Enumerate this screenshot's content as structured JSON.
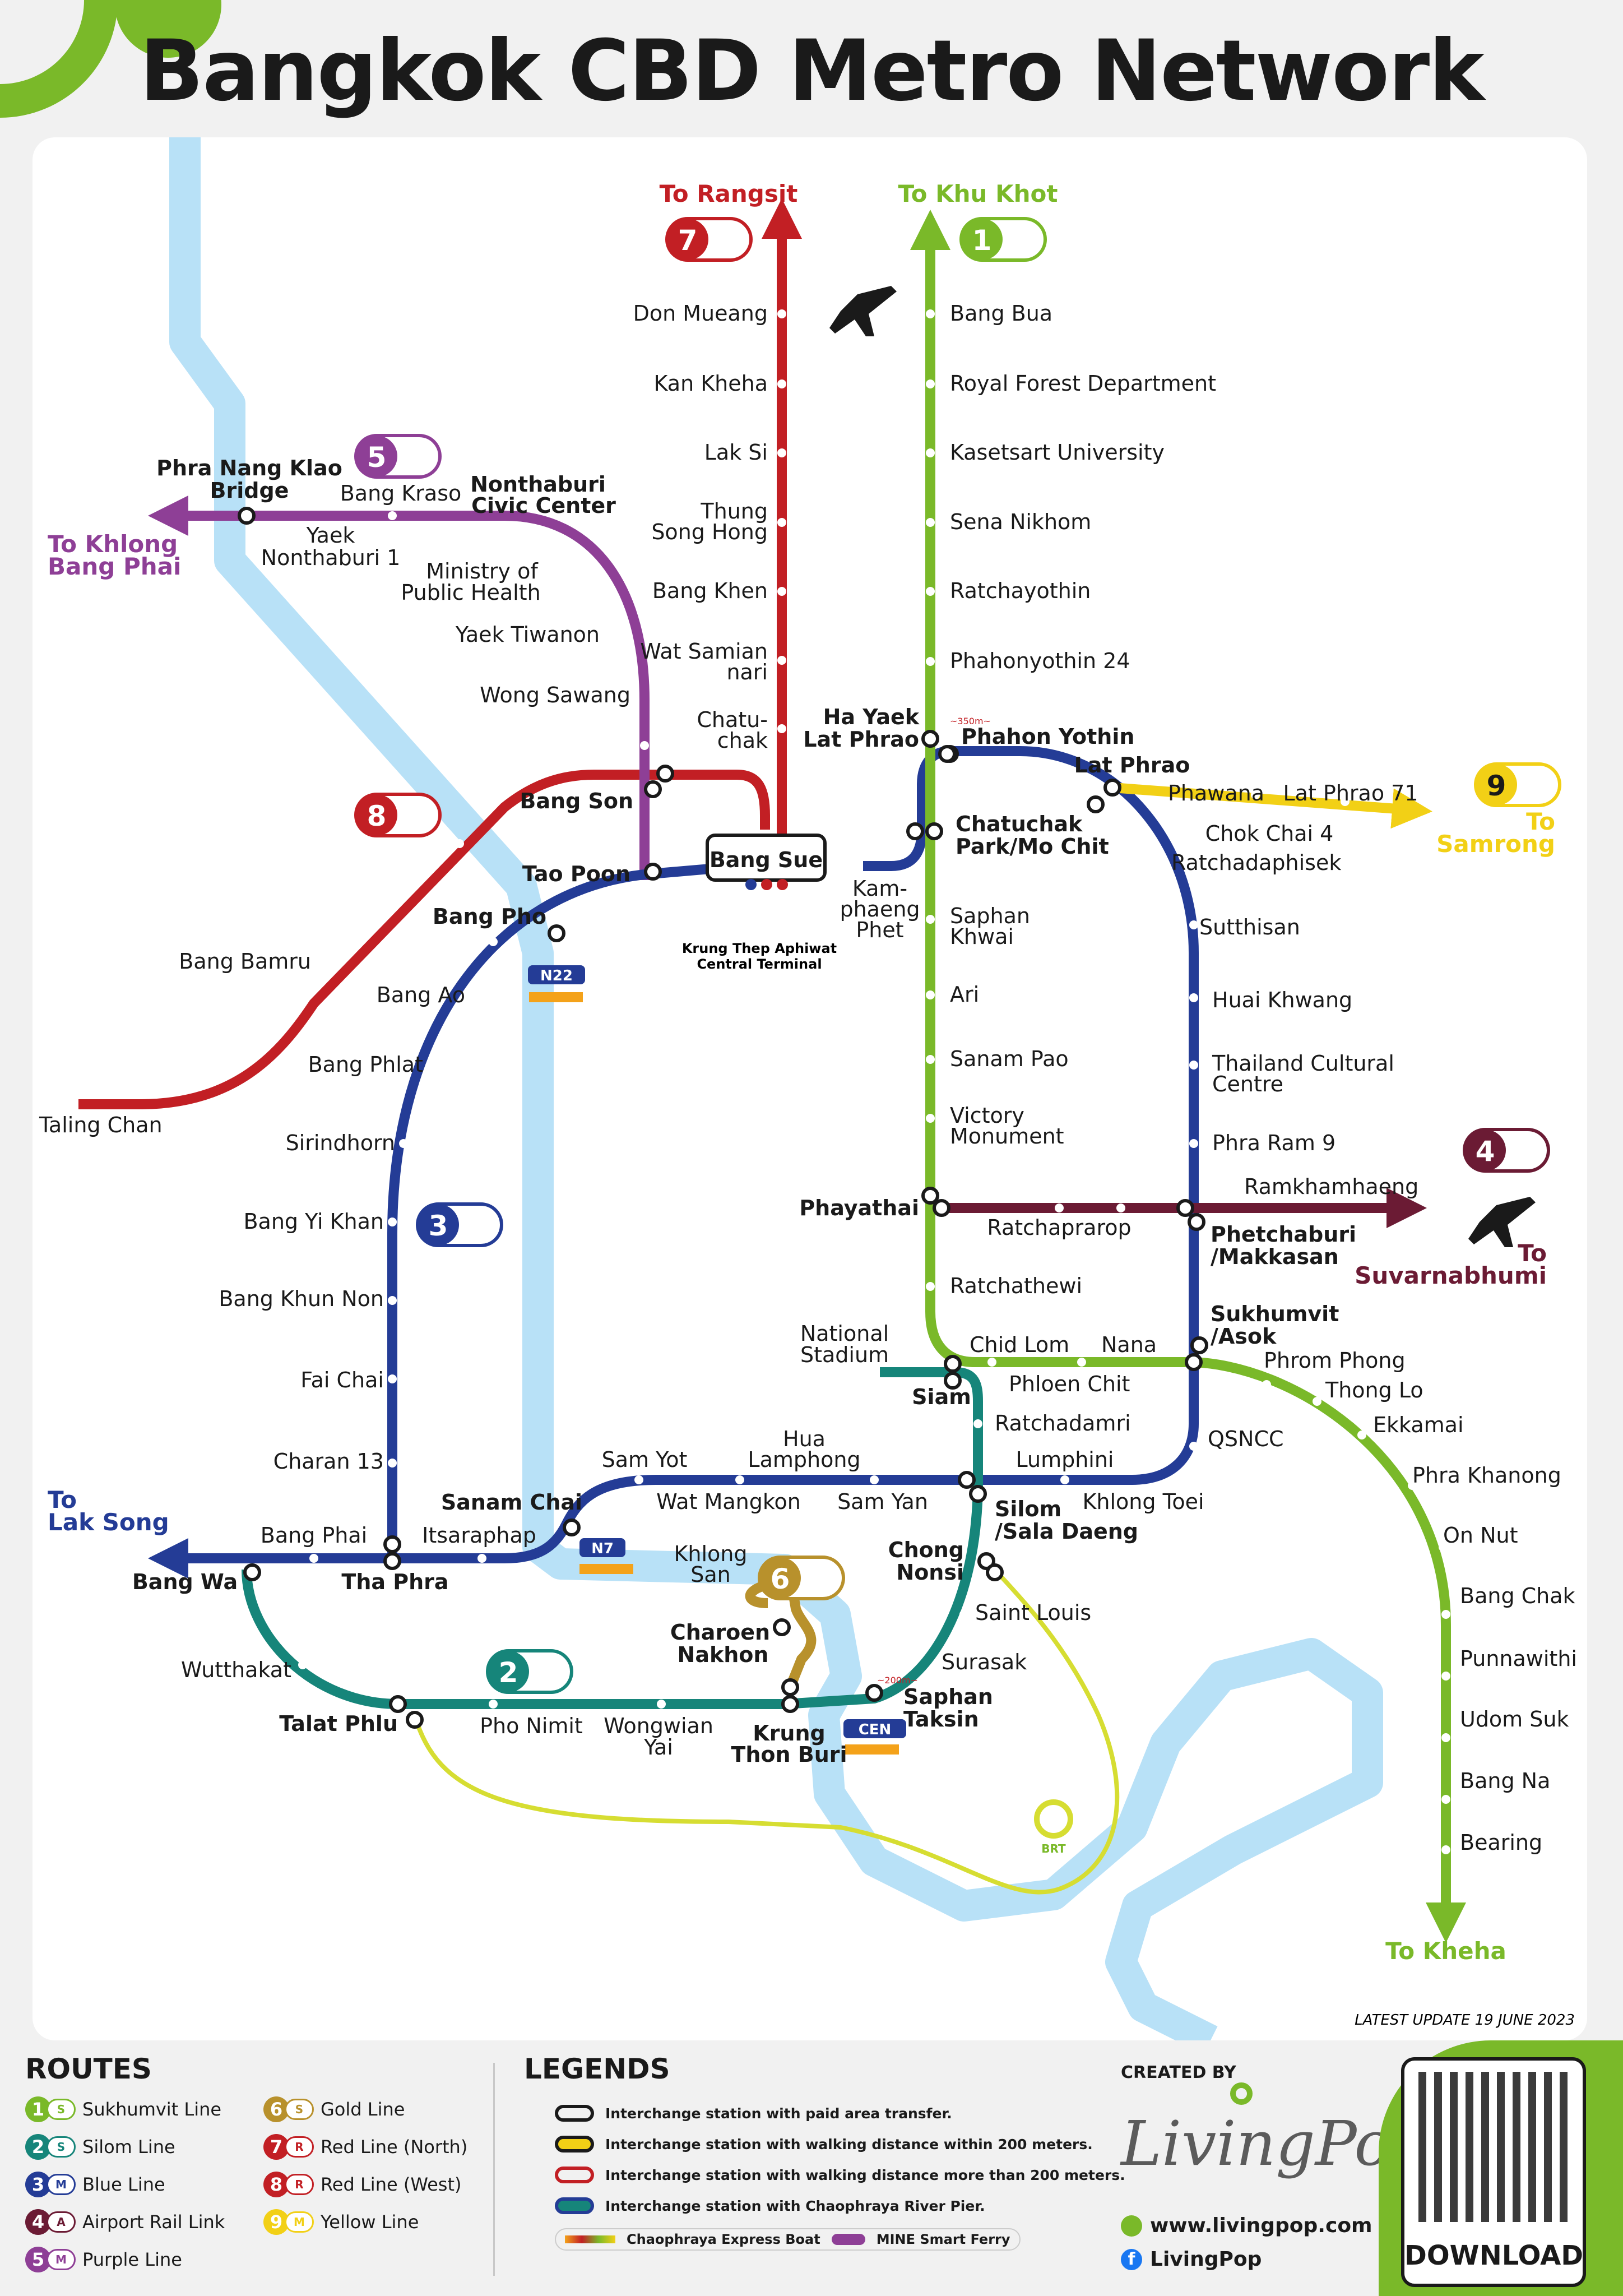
{
  "title": "Bangkok CBD Metro Network",
  "update": "LATEST UPDATE 19 JUNE 2023",
  "colors": {
    "sukhumvit": "#7ab929",
    "silom": "#16857a",
    "blue": "#243c96",
    "airport": "#6b1b34",
    "purple": "#8e3f96",
    "gold": "#b8912c",
    "red_north": "#c21f24",
    "red_west": "#c21f24",
    "yellow": "#f2d016",
    "river": "#b8e1f7",
    "brt": "#d6dd32"
  },
  "destinations": {
    "rangsit": "To Rangsit",
    "khu_khot": "To Khu Khot",
    "khlong_bang_phai_1": "To Khlong",
    "khlong_bang_phai_2": "Bang Phai",
    "samrong_1": "To",
    "samrong_2": "Samrong",
    "suvarnabhumi_1": "To",
    "suvarnabhumi_2": "Suvarnabhumi",
    "lak_song_1": "To",
    "lak_song_2": "Lak Song",
    "kheha": "To Kheha"
  },
  "line_badges": {
    "b7": "7",
    "b1": "1",
    "b5": "5",
    "b8": "8",
    "b9": "9",
    "b4": "4",
    "b3": "3",
    "b2": "2",
    "b6": "6"
  },
  "stations": {
    "don_mueang": "Don Mueang",
    "kan_kheha": "Kan Kheha",
    "lak_si": "Lak Si",
    "thung_song_hong_1": "Thung",
    "thung_song_hong_2": "Song Hong",
    "bang_khen": "Bang Khen",
    "wat_samian_nari_1": "Wat Samian",
    "wat_samian_nari_2": "nari",
    "chatuchak_1": "Chatu-",
    "chatuchak_2": "chak",
    "bang_bua": "Bang Bua",
    "royal_forest": "Royal Forest Department",
    "kasetsart": "Kasetsart University",
    "sena_nikhom": "Sena Nikhom",
    "ratchayothin": "Ratchayothin",
    "phahonyothin24": "Phahonyothin 24",
    "ha_yaek_1": "Ha Yaek",
    "ha_yaek_2": "Lat Phrao",
    "phahon_yothin": "Phahon Yothin",
    "chatuchak_park_1": "Chatuchak",
    "chatuchak_park_2": "Park/Mo Chit",
    "kamphaeng_phet_1": "Kam-",
    "kamphaeng_phet_2": "phaeng",
    "kamphaeng_phet_3": "Phet",
    "saphan_khwai_1": "Saphan",
    "saphan_khwai_2": "Khwai",
    "ari": "Ari",
    "sanam_pao": "Sanam Pao",
    "victory_1": "Victory",
    "victory_2": "Monument",
    "phayathai": "Phayathai",
    "ratchathewi": "Ratchathewi",
    "siam": "Siam",
    "chid_lom": "Chid Lom",
    "phloen_chit": "Phloen Chit",
    "nana": "Nana",
    "sukhumvit_asok_1": "Sukhumvit",
    "sukhumvit_asok_2": "/Asok",
    "phrom_phong": "Phrom Phong",
    "thong_lo": "Thong Lo",
    "ekkamai": "Ekkamai",
    "phra_khanong": "Phra Khanong",
    "on_nut": "On Nut",
    "bang_chak": "Bang Chak",
    "punnawithi": "Punnawithi",
    "udom_suk": "Udom Suk",
    "bang_na": "Bang Na",
    "bearing": "Bearing",
    "phra_nang_klao_1": "Phra Nang Klao",
    "phra_nang_klao_2": "Bridge",
    "bang_kraso": "Bang Kraso",
    "nonthaburi_cc_1": "Nonthaburi",
    "nonthaburi_cc_2": "Civic Center",
    "yaek_nonthaburi_1": "Yaek",
    "yaek_nonthaburi_2": "Nonthaburi 1",
    "ministry_1": "Ministry of",
    "ministry_2": "Public Health",
    "yaek_tiwanon": "Yaek Tiwanon",
    "wong_sawang": "Wong Sawang",
    "bang_son": "Bang Son",
    "tao_poon": "Tao Poon",
    "bang_sue": "Bang Sue",
    "central_terminal_1": "Krung Thep Aphiwat",
    "central_terminal_2": "Central Terminal",
    "bang_bamru": "Bang Bamru",
    "taling_chan": "Taling Chan",
    "bang_pho": "Bang Pho",
    "bang_ao": "Bang Ao",
    "bang_phlat": "Bang Phlat",
    "sirindhorn": "Sirindhorn",
    "bang_yi_khan": "Bang Yi Khan",
    "bang_khun_non": "Bang Khun Non",
    "fai_chai": "Fai Chai",
    "charan13": "Charan 13",
    "tha_phra": "Tha Phra",
    "bang_phai": "Bang Phai",
    "bang_wa": "Bang Wa",
    "itsaraphap": "Itsaraphap",
    "sanam_chai": "Sanam Chai",
    "sam_yot": "Sam Yot",
    "wat_mangkon": "Wat Mangkon",
    "hua_lamphong_1": "Hua",
    "hua_lamphong_2": "Lamphong",
    "sam_yan": "Sam Yan",
    "silom_1": "Silom",
    "silom_2": "/Sala Daeng",
    "lumphini": "Lumphini",
    "khlong_toei": "Khlong Toei",
    "qsncc": "QSNCC",
    "national_stadium_1": "National",
    "national_stadium_2": "Stadium",
    "ratchadamri": "Ratchadamri",
    "lat_phrao": "Lat Phrao",
    "phawana": "Phawana",
    "chok_chai_4": "Chok Chai 4",
    "lat_phrao_71": "Lat Phrao 71",
    "ratchadaphisek": "Ratchadaphisek",
    "sutthisan": "Sutthisan",
    "huai_khwang": "Huai Khwang",
    "tcc_1": "Thailand Cultural",
    "tcc_2": "Centre",
    "phra_ram_9": "Phra Ram 9",
    "ramkhamhaeng": "Ramkhamhaeng",
    "ratchaprarop": "Ratchaprarop",
    "phetchaburi_1": "Phetchaburi",
    "phetchaburi_2": "/Makkasan",
    "wutthakat": "Wutthakat",
    "talat_phlu": "Talat Phlu",
    "pho_nimit": "Pho Nimit",
    "wongwian_yai_1": "Wongwian",
    "wongwian_yai_2": "Yai",
    "krung_thon_buri_1": "Krung",
    "krung_thon_buri_2": "Thon Buri",
    "saphan_taksin_1": "Saphan",
    "saphan_taksin_2": "Taksin",
    "surasak": "Surasak",
    "saint_louis": "Saint Louis",
    "chong_nonsi_1": "Chong",
    "chong_nonsi_2": "Nonsi",
    "khlong_san_1": "Khlong",
    "khlong_san_2": "San",
    "charoen_nakhon_1": "Charoen",
    "charoen_nakhon_2": "Nakhon"
  },
  "pier_codes": {
    "n22": "N22",
    "n7": "N7",
    "cen": "CEN"
  },
  "walk_notes": {
    "ha_yaek": "~350m~",
    "saphan_taksin": "~200m~"
  },
  "brt_label": "BRT",
  "routes_section": {
    "heading": "ROUTES",
    "items": [
      {
        "num": "1",
        "label": "Sukhumvit Line",
        "color": "#7ab929",
        "tail": "S"
      },
      {
        "num": "2",
        "label": "Silom Line",
        "color": "#16857a",
        "tail": "S"
      },
      {
        "num": "3",
        "label": "Blue Line",
        "color": "#243c96",
        "tail": "M"
      },
      {
        "num": "4",
        "label": "Airport Rail Link",
        "color": "#6b1b34",
        "tail": "A"
      },
      {
        "num": "5",
        "label": "Purple Line",
        "color": "#8e3f96",
        "tail": "M"
      },
      {
        "num": "6",
        "label": "Gold Line",
        "color": "#b8912c",
        "tail": "S"
      },
      {
        "num": "7",
        "label": "Red Line (North)",
        "color": "#c21f24",
        "tail": "R"
      },
      {
        "num": "8",
        "label": "Red Line (West)",
        "color": "#c21f24",
        "tail": "R"
      },
      {
        "num": "9",
        "label": "Yellow Line",
        "color": "#f2d016",
        "tail": "M"
      }
    ]
  },
  "legends_section": {
    "heading": "LEGENDS",
    "items": [
      "Interchange station with paid area transfer.",
      "Interchange station with walking distance within 200 meters.",
      "Interchange station with walking distance more than 200 meters.",
      "Interchange station with Chaophraya River Pier."
    ],
    "boat": "Chaophraya Express Boat",
    "ferry": "MINE Smart Ferry"
  },
  "credits": {
    "created_by": "CREATED BY",
    "brand": "LivingPop",
    "website": "www.livingpop.com",
    "facebook": "LivingPop",
    "download": "DOWNLOAD"
  }
}
